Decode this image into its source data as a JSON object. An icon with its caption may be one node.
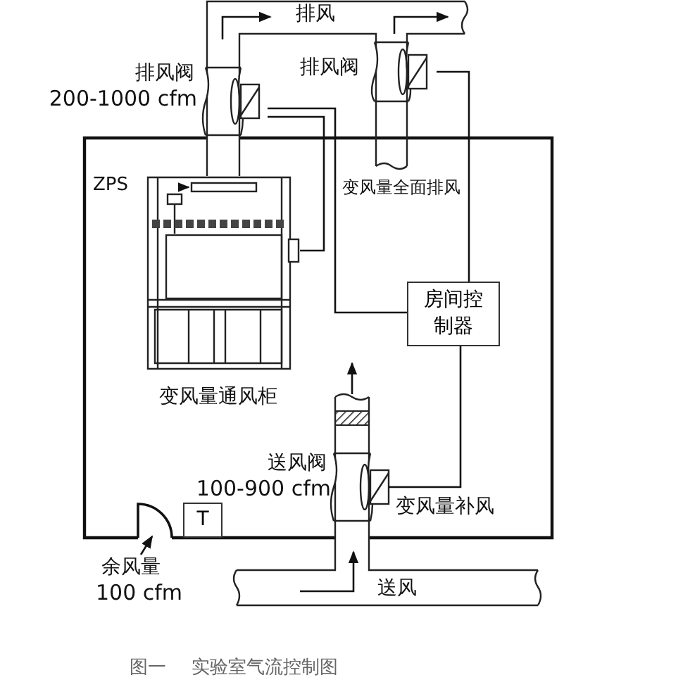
{
  "diagram": {
    "caption": "图一 实验室气流控制图",
    "nodes": [
      {
        "text": [
          "变风量通风柜"
        ]
      },
      {
        "text": [
          "排风阀",
          "200-1000 cfm"
        ]
      },
      {
        "text": [
          "排风阀"
        ]
      },
      {
        "text": [
          "房间控制器"
        ]
      },
      {
        "text": [
          "送风阀",
          "100-900 cfm"
        ],
        "beside": [
          "变风量补风"
        ]
      },
      {
        "text": [
          "T"
        ]
      },
      {
        "text": [],
        "shape": "door"
      },
      {
        "text": [
          "余风量",
          "100 cfm"
        ]
      }
    ],
    "edges": [
      {
        "from": 1,
        "to": 0,
        "arrow": "none"
      },
      {
        "from": 1,
        "to": 3,
        "arrow": "none"
      },
      {
        "from": 2,
        "to": 3,
        "arrow": "none"
      },
      {
        "from": 3,
        "to": 4,
        "arrow": "none"
      },
      {
        "from": 7,
        "to": 6,
        "arrow": "to"
      }
    ],
    "labels": [
      "排风",
      "ZPS",
      "变风量全面排风",
      "送风"
    ]
  }
}
